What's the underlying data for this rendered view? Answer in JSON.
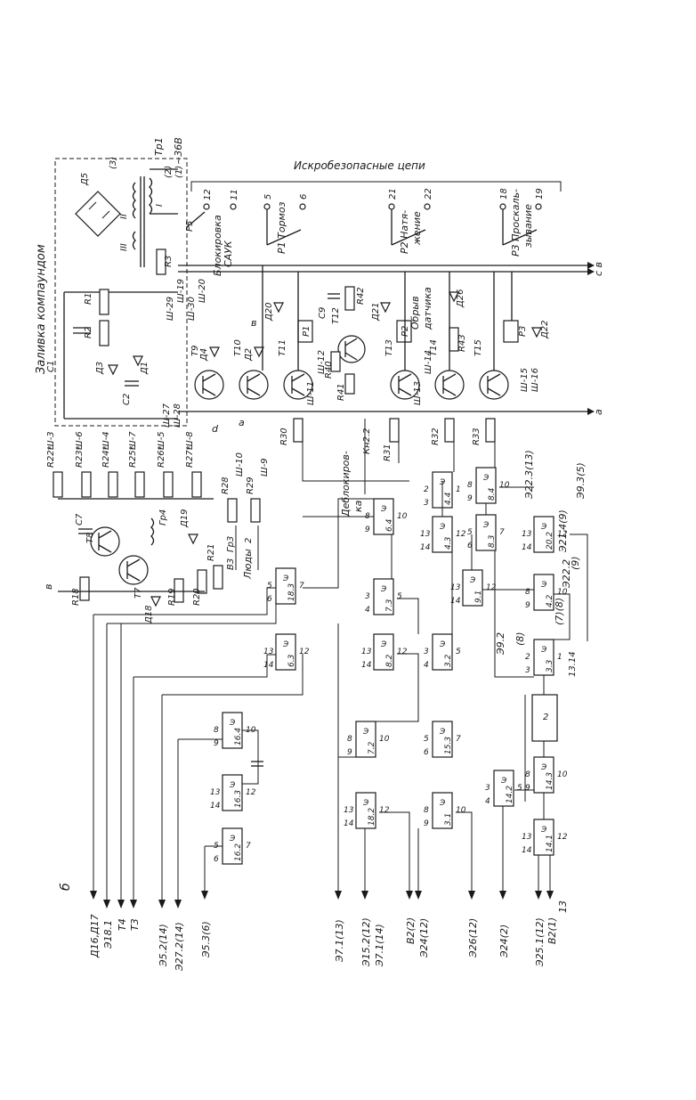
{
  "figure_label": "б",
  "top": {
    "potting_label": "Заливка компаундом",
    "spark_safe_label": "Искробезопасные цепи",
    "transformer": "Тр1",
    "mains": "~36В",
    "pin_3": "(3)",
    "pin_2": "(2)",
    "pin_1": "(1)",
    "winding_1": "I",
    "winding_2": "II",
    "winding_3": "III",
    "d5": "Д5",
    "r3": "R3",
    "r1": "R1",
    "r2": "R2",
    "c1": "C1",
    "c2": "C2",
    "d1": "Д1",
    "d3": "Д3",
    "p5": "Р5",
    "caption_block_1": "Блокировка",
    "caption_block_2": "САУК",
    "t_12": "12",
    "t_11": "11",
    "t_5": "5",
    "t_6": "6",
    "brake": "Р1 Тормоз",
    "t_21": "21",
    "t_22": "22",
    "tension_1": "Р2 Натя-",
    "tension_2": "жение",
    "t_18": "18",
    "t_19": "19",
    "slip_1": "Р3 Проскаль-",
    "slip_2": "зывание"
  },
  "middle": {
    "sh27": "Ш-27",
    "sh28": "Ш-28",
    "sh29": "Ш-29",
    "sh19": "Ш-19",
    "sh30": "Ш-30",
    "sh20": "Ш-20",
    "sh11": "Ш-11",
    "sh12": "Ш-12",
    "sh13": "Ш-13",
    "sh14": "Ш-14",
    "sh15": "Ш-15",
    "sh16": "Ш-16",
    "t9": "Т9",
    "t10": "Т10",
    "t11": "Т11",
    "t12": "Т12",
    "t13": "Т13",
    "t14": "Т14",
    "t15": "Т15",
    "d4": "Д4",
    "d2": "Д2",
    "d20": "Д20",
    "d21": "Д21",
    "d22": "Д22",
    "d26": "Д26",
    "p1": "Р1",
    "p2": "Р2",
    "p3": "Р3",
    "c9": "С9",
    "r42": "R42",
    "r40": "R40",
    "r41": "R41",
    "r43": "R43",
    "r30": "R30",
    "r31": "R31",
    "r32": "R32",
    "r33": "R33",
    "break_1": "Обрыв",
    "break_2": "датчика",
    "bus_v": "в",
    "bus_a": "а",
    "bus_d": "d",
    "bus_c": "с",
    "bus_right_a": "а",
    "bus_right_c": "с в",
    "unlock_1": "Деблокиров-",
    "unlock_2": "ка",
    "kn": "Кн2.2"
  },
  "left_inputs": {
    "r22": "R22*",
    "sh3": "Ш-3",
    "r23": "R23*",
    "sh6": "Ш-6",
    "r24": "R24*",
    "sh4": "Ш-4",
    "r25": "R25*",
    "sh7": "Ш-7",
    "r26": "R26*",
    "sh5": "Ш-5",
    "r27": "R27*",
    "sh8": "Ш-8",
    "r28": "R28",
    "sh10": "Ш-10",
    "r29": "R29",
    "sh9": "Ш-9",
    "lyuds": "Люды",
    "lyuds_2": "2",
    "v3": "В3",
    "gr3": "Гр3",
    "r21": "R21",
    "r20": "R20",
    "d19": "Д19",
    "gr4": "Гр4",
    "t8": "Т8",
    "t7": "Т7",
    "c7": "С7",
    "r18": "R18",
    "r19": "R19",
    "d18": "Д18",
    "v_in": "в"
  },
  "gates": [
    {
      "label": "18.3",
      "p1": "5",
      "p2": "6",
      "p3": "7"
    },
    {
      "label": "6.3",
      "p1": "13",
      "p2": "14",
      "p3": "12"
    },
    {
      "label": "16.4",
      "p1": "8",
      "p2": "9",
      "p3": "10"
    },
    {
      "label": "16.3",
      "p1": "13",
      "p2": "14",
      "p3": "12"
    },
    {
      "label": "16.2",
      "p1": "5",
      "p2": "6",
      "p3": "7"
    },
    {
      "label": "6.4",
      "p1": "8",
      "p2": "9",
      "p3": "10"
    },
    {
      "label": "7.3",
      "p1": "3",
      "p2": "4",
      "p3": "5"
    },
    {
      "label": "8.2",
      "p1": "13",
      "p2": "14",
      "p3": "12"
    },
    {
      "label": "7.2",
      "p1": "8",
      "p2": "9",
      "p3": "10"
    },
    {
      "label": "18.2",
      "p1": "13",
      "p2": "14",
      "p3": "12"
    },
    {
      "label": "4.4",
      "p1": "2",
      "p2": "3",
      "p3": "1"
    },
    {
      "label": "4.3",
      "p1": "13",
      "p2": "14",
      "p3": "12"
    },
    {
      "label": "3.2",
      "p1": "3",
      "p2": "4",
      "p3": "5"
    },
    {
      "label": "15.3",
      "p1": "5",
      "p2": "6",
      "p3": "7"
    },
    {
      "label": "3.1",
      "p1": "8",
      "p2": "9",
      "p3": "10"
    },
    {
      "label": "8.4",
      "p1": "8",
      "p2": "9",
      "p3": "10"
    },
    {
      "label": "8.3",
      "p1": "5",
      "p2": "6",
      "p3": "7"
    },
    {
      "label": "9.1",
      "p1": "13",
      "p2": "14",
      "p3": "12"
    },
    {
      "label": "20.2",
      "p1": "13",
      "p2": "14",
      "p3": "12"
    },
    {
      "label": "4.2",
      "p1": "8",
      "p2": "9",
      "p3": "10"
    },
    {
      "label": "3.3",
      "p1": "2",
      "p2": "3",
      "p3": "1"
    },
    {
      "label": "14.2",
      "p1": "3",
      "p2": "4",
      "p3": "5"
    },
    {
      "label": "14.3",
      "p1": "8",
      "p2": "9",
      "p3": "10"
    },
    {
      "label": "14.1",
      "p1": "13",
      "p2": "14",
      "p3": "12"
    }
  ],
  "outputs_bottom": {
    "o1": "Д16,Д17",
    "o2": "Э18.1",
    "o3": "Т4",
    "o4": "Т3",
    "o5": "Э5.2(14)",
    "o6": "Э27.2(14)",
    "o7": "Э5.3(6)",
    "o8": "Э7.1(13)",
    "o9": "Э15.2(12)",
    "o10": "Э7.1(14)",
    "o11": "В2(2)",
    "o12": "Э24(12)",
    "o13": "Э26(12)",
    "o14": "Э24(2)",
    "o15": "Э25.1(12)",
    "o16": "В2(1)",
    "o17": "13"
  },
  "outputs_mid": {
    "m1": "Э9.2",
    "m2": "(8)",
    "m3": "(7)(8)",
    "m4": "(9)",
    "m5": "Э22.2",
    "m6": "Э21.4(9)",
    "m7": "Э22.3(13)",
    "m8": "Э9.3(5)",
    "m9": "13.14"
  }
}
